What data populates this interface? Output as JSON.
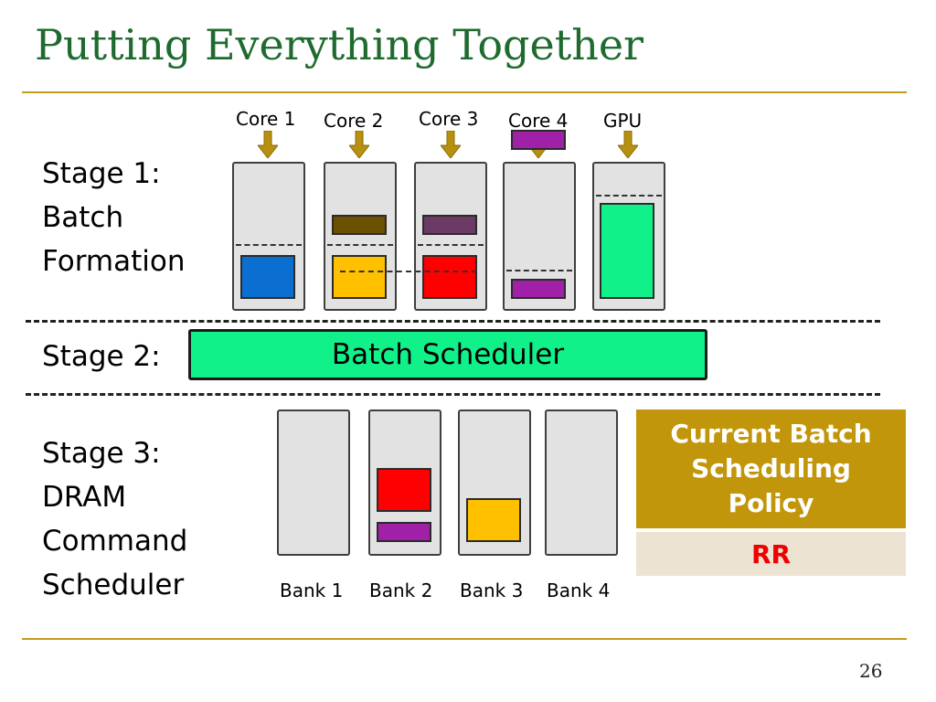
{
  "title": "Putting Everything Together",
  "stages": {
    "stage1": "Stage 1:\nBatch\nFormation",
    "stage2": "Stage 2:",
    "stage3": "Stage 3:\nDRAM\nCommand\nScheduler"
  },
  "cores": [
    {
      "label": "Core 1"
    },
    {
      "label": "Core 2"
    },
    {
      "label": "Core 3"
    },
    {
      "label": "Core 4"
    },
    {
      "label": "GPU"
    }
  ],
  "batch_scheduler_label": "Batch Scheduler",
  "banks": [
    {
      "label": "Bank 1"
    },
    {
      "label": "Bank 2"
    },
    {
      "label": "Bank 3"
    },
    {
      "label": "Bank 4"
    }
  ],
  "policy": {
    "header": "Current Batch Scheduling Policy",
    "value": "RR"
  },
  "page_number": "26",
  "colors": {
    "title": "#1f6b2f",
    "rule": "#c59a1e",
    "arrow": "#b8900f",
    "queue_fill": "#e2e2e2",
    "blue": "#0a6fd0",
    "yellow": "#ffc000",
    "red": "#ff0000",
    "purple": "#a020a8",
    "brown": "#6b5000",
    "dark_purple": "#6b3a65",
    "green": "#11f18a",
    "policy_header": "#c2960a",
    "policy_value_bg": "#ede3d3",
    "policy_value_text": "#ee0000"
  },
  "chart_data": {
    "core_queues": [
      {
        "name": "Core 1",
        "requests": [
          "blue"
        ]
      },
      {
        "name": "Core 2",
        "requests": [
          "yellow",
          "brown"
        ]
      },
      {
        "name": "Core 3",
        "requests": [
          "red",
          "dark_purple"
        ]
      },
      {
        "name": "Core 4",
        "requests": [
          "purple",
          "purple"
        ]
      },
      {
        "name": "GPU",
        "requests": [
          "green"
        ]
      }
    ],
    "bank_queues": [
      {
        "name": "Bank 1",
        "requests": []
      },
      {
        "name": "Bank 2",
        "requests": [
          "red",
          "purple"
        ]
      },
      {
        "name": "Bank 3",
        "requests": [
          "yellow"
        ]
      },
      {
        "name": "Bank 4",
        "requests": []
      }
    ]
  }
}
